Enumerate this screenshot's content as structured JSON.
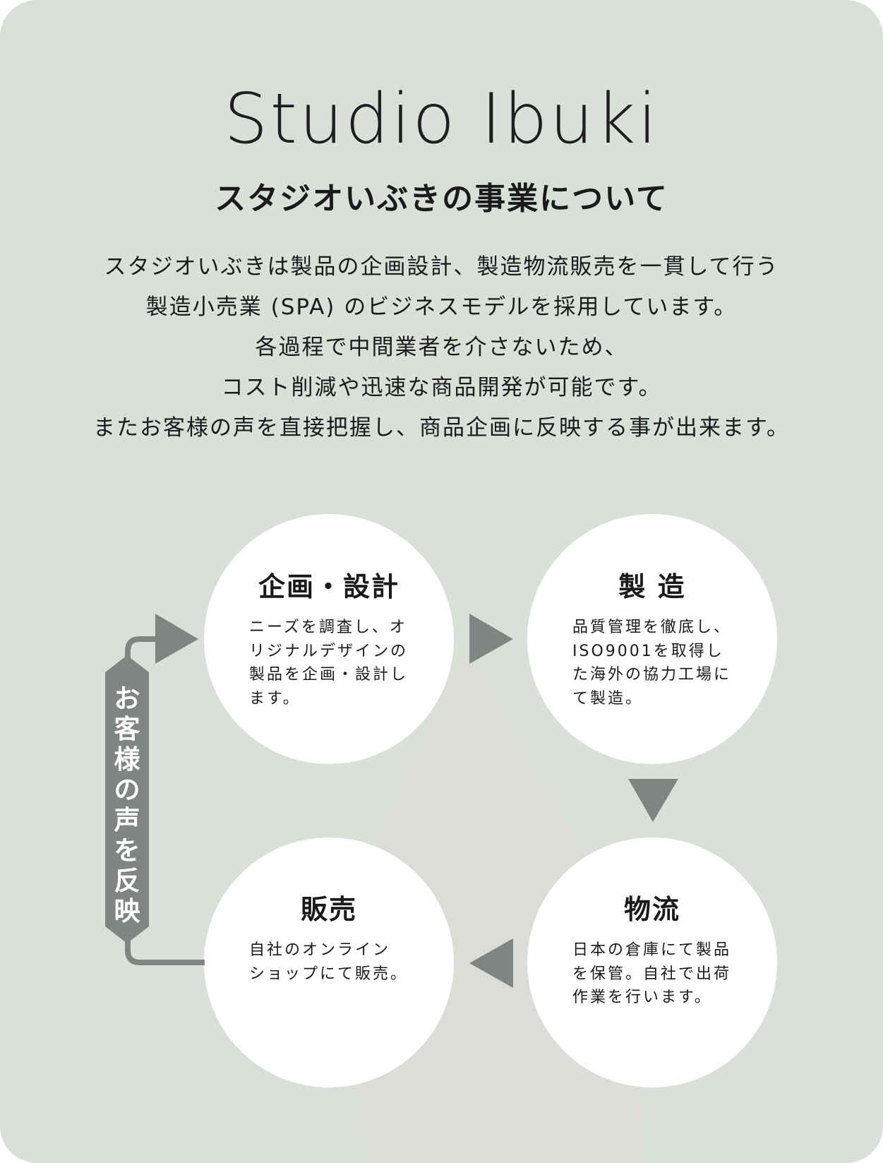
{
  "header": {
    "title": "Studio Ibuki",
    "subtitle": "スタジオいぶきの事業について"
  },
  "intro": {
    "lines": [
      "スタジオいぶきは製品の企画設計、製造物流販売を一貫して行う",
      "製造小売業 (SPA) のビジネスモデルを採用しています。",
      "各過程で中間業者を介さないため、",
      "コスト削減や迅速な商品開発が可能です。",
      "またお客様の声を直接把握し、商品企画に反映する事が出来ます。"
    ]
  },
  "steps": [
    {
      "title": "企画・設計",
      "body": [
        "ニーズを調査し、オ",
        "リジナルデザインの",
        "製品を企画・設計し",
        "ます。"
      ]
    },
    {
      "title": "製 造",
      "body": [
        "品質管理を徹底し、",
        "ISO9001を取得し",
        "た海外の協力工場に",
        "て製造。"
      ]
    },
    {
      "title": "物流",
      "body": [
        "日本の倉庫にて製品",
        "を保管。自社で出荷",
        "作業を行います。"
      ]
    },
    {
      "title": "販売",
      "body": [
        "自社のオンライン",
        "ショップにて販売。"
      ]
    }
  ],
  "feedback": {
    "label": [
      "お",
      "客",
      "様",
      "の",
      "声",
      "を",
      "反",
      "映"
    ]
  },
  "colors": {
    "background": "#d9e0d9",
    "arrow": "#7f8580",
    "spotlight": "#dddcd8",
    "circle": "#ffffff"
  }
}
